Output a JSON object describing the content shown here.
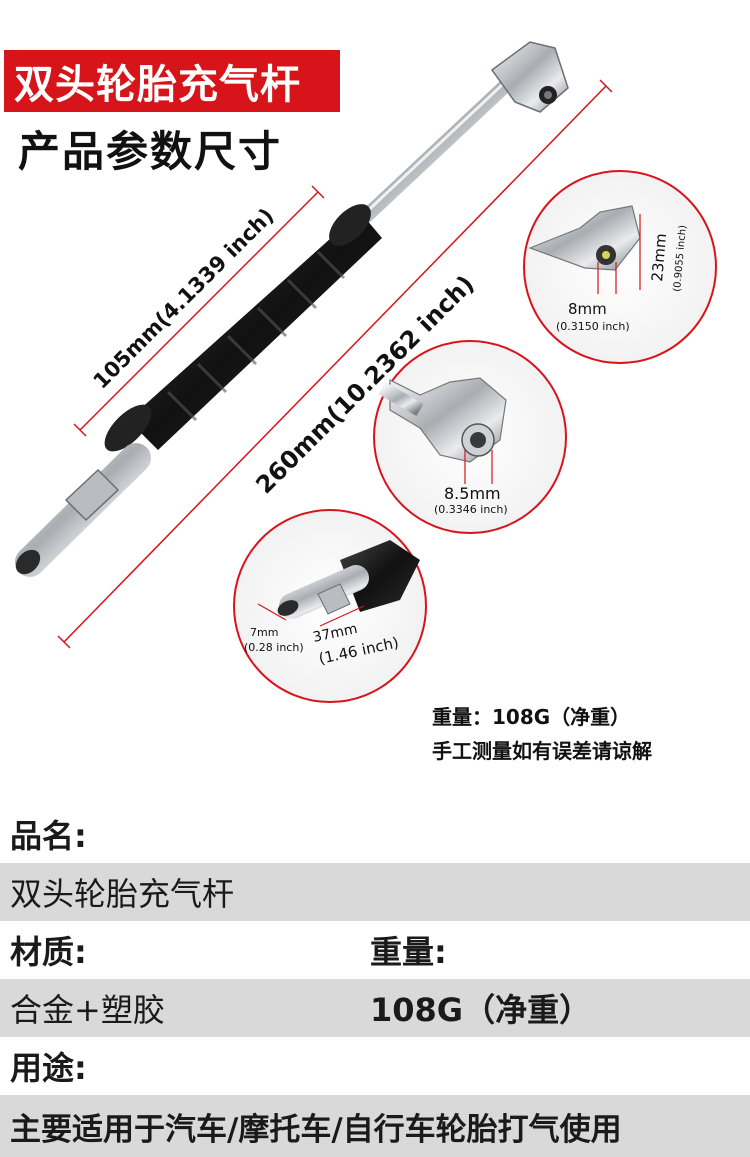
{
  "header": {
    "title": "双头轮胎充气杆",
    "subtitle": "产品参数尺寸"
  },
  "dimensions": {
    "grip_length": "105mm(4.1339 inch)",
    "total_length": "260mm(10.2362 inch)",
    "head_height": "23mm",
    "head_height_inch": "(0.9055 inch)",
    "head_hole": "8mm",
    "head_hole_inch": "(0.3150 inch)",
    "head2_hole": "8.5mm",
    "head2_hole_inch": "(0.3346 inch)",
    "plug_tip": "7mm",
    "plug_tip_inch": "(0.28 inch)",
    "plug_length": "37mm",
    "plug_length_inch": "(1.46 inch)"
  },
  "note": {
    "weight": "重量：108G（净重）",
    "disclaimer": "手工测量如有误差请谅解"
  },
  "specs": {
    "name_label": "品名:",
    "name_value": "双头轮胎充气杆",
    "material_label": "材质:",
    "material_value": "合金+塑胶",
    "weight_label": "重量:",
    "weight_value": "108G（净重）",
    "usage_label": "用途:",
    "usage_value": "主要适用于汽车/摩托车/自行车轮胎打气使用"
  },
  "colors": {
    "accent": "#d7141a",
    "table_shade": "#d9d9d9",
    "rubber": "#1b1b1b",
    "chrome": "#c9ccd0"
  }
}
